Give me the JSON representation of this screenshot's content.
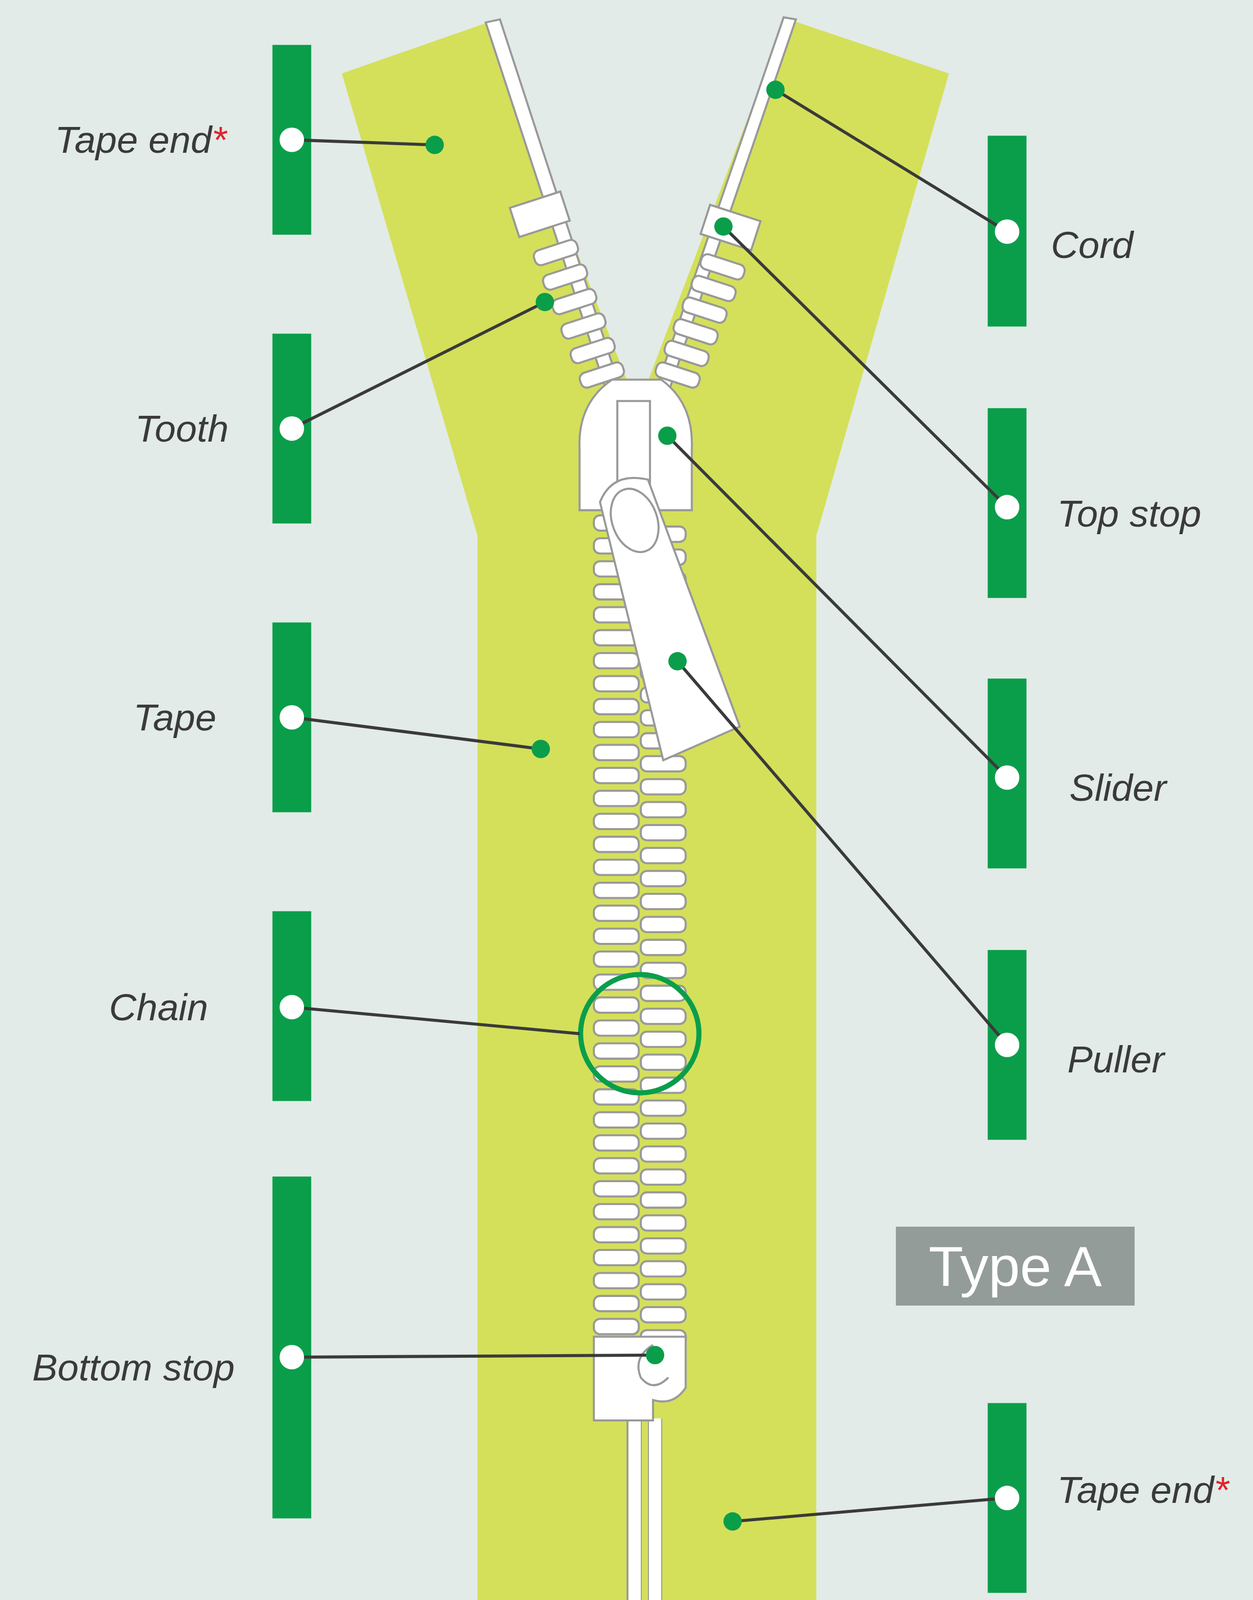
{
  "diagram": {
    "nodes": [
      {
        "text": [
          "Type A"
        ]
      }
    ],
    "labels": [
      "Tape end",
      "*",
      "Tooth",
      "Tape",
      "Chain",
      "Bottom stop",
      "Cord",
      "Top stop",
      "Slider",
      "Puller",
      "Tape end",
      "*"
    ]
  }
}
